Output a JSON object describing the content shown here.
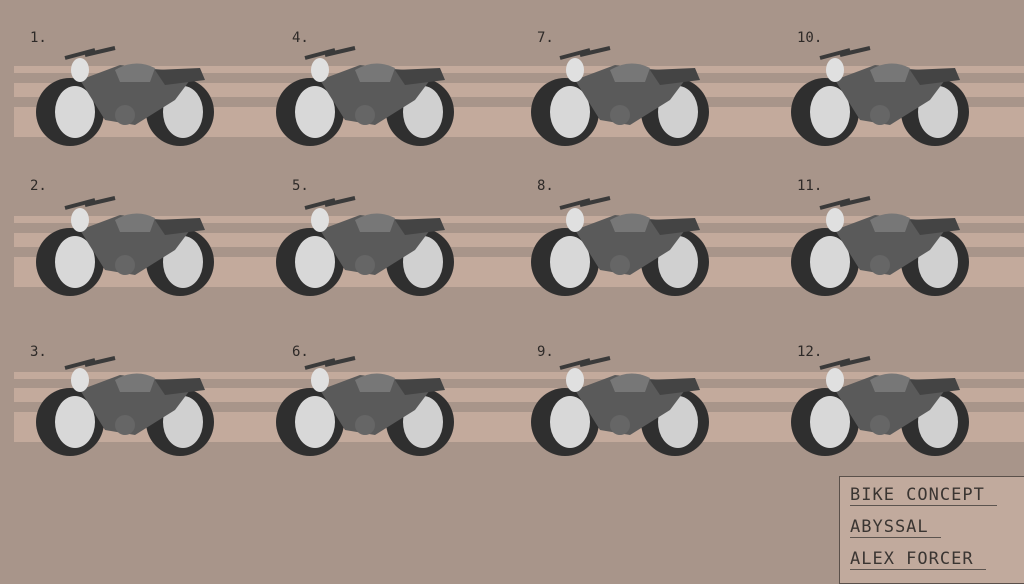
{
  "sheet": {
    "bikes": [
      {
        "label": "1."
      },
      {
        "label": "2."
      },
      {
        "label": "3."
      },
      {
        "label": "4."
      },
      {
        "label": "5."
      },
      {
        "label": "6."
      },
      {
        "label": "7."
      },
      {
        "label": "8."
      },
      {
        "label": "9."
      },
      {
        "label": "10."
      },
      {
        "label": "11."
      },
      {
        "label": "12."
      }
    ]
  },
  "title_block": {
    "title": "BIKE CONCEPT",
    "subtitle": "ABYSSAL",
    "author": "ALEX FORCER"
  },
  "colors": {
    "background": "#a8958a",
    "stripe": "#c3aa9c",
    "ink": "#2e2a28"
  }
}
